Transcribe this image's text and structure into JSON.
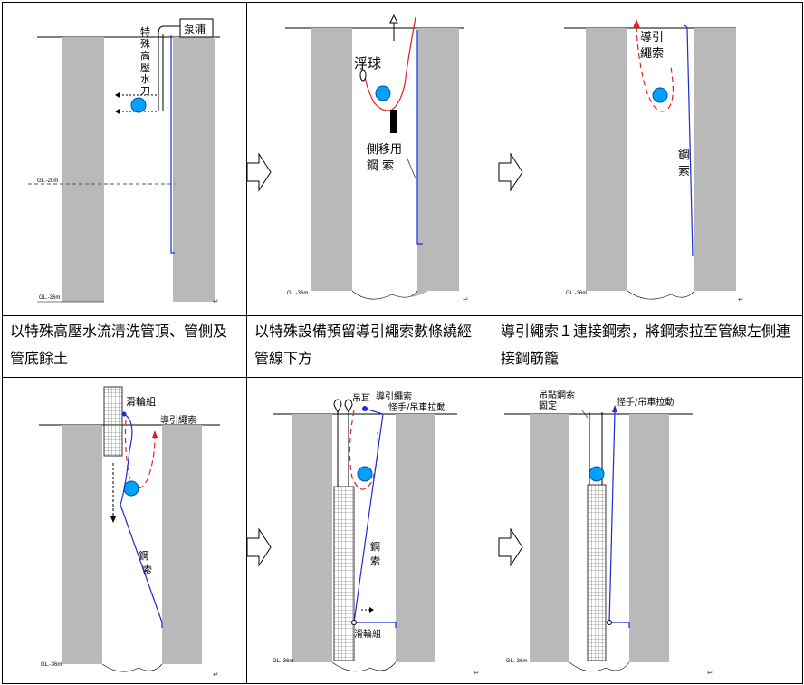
{
  "captions": [
    "以特殊高壓水流清洗管頂、管側及管底餘土",
    "以特殊設備預留導引繩索數條繞經管線下方",
    "導引繩索１連接鋼索，將鋼索拉至管線左側連接鋼筋籠"
  ],
  "panel1": {
    "pump": "泵浦",
    "nozzle": [
      "特",
      "殊",
      "高",
      "壓",
      "水",
      "刀"
    ],
    "gl20": "GL.-20m",
    "gl36": "GL.-36m"
  },
  "panel2": {
    "float": "浮球",
    "cable": [
      "側移用",
      "鋼 索"
    ],
    "gl36": "GL.-36m"
  },
  "panel3": {
    "guide": [
      "導引",
      "繩索"
    ],
    "steel": [
      "鋼",
      "索"
    ],
    "gl36": "GL.-36m"
  },
  "panel4": {
    "pulley": "滑輪組",
    "guide": "導引繩索",
    "steel": [
      "鋼",
      "索"
    ],
    "gl36": "GL.-36m"
  },
  "panel5": {
    "lug": "吊耳",
    "guide": "導引繩索",
    "crane": "怪手/吊車拉動",
    "steel": [
      "鋼",
      "索"
    ],
    "pulley": "滑輪組",
    "gl36": "GL.-36m"
  },
  "panel6": {
    "hang": [
      "吊點鋼索",
      "固定"
    ],
    "crane": "怪手/吊車拉動",
    "gl36": "GL.-36m"
  },
  "para_mark": "↵",
  "colors": {
    "soil": "#b9b9b9",
    "steel": "#1f2bd6",
    "guide": "#e02020",
    "pipe": "#00a0ff"
  }
}
